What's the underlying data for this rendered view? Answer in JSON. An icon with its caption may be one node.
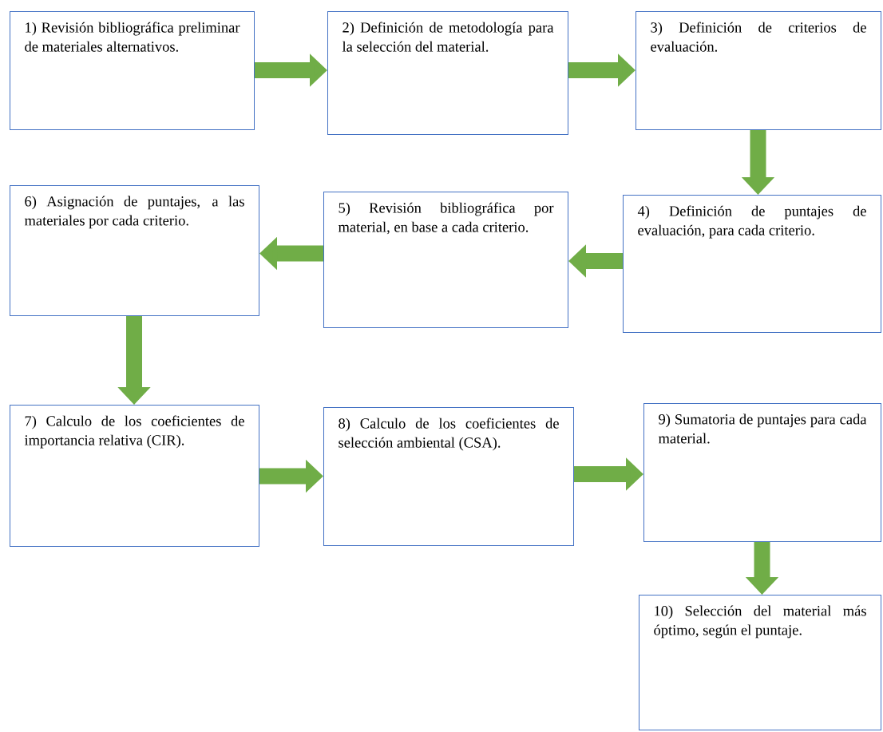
{
  "diagram": {
    "nodes": [
      {
        "text": [
          "1) Revisión bibliográfica preliminar de materiales alternativos."
        ]
      },
      {
        "text": [
          "2) Definición de metodología para la selección del material."
        ]
      },
      {
        "text": [
          "3) Definición de criterios de evaluación."
        ]
      },
      {
        "text": [
          "4) Definición de puntajes de evaluación, para cada criterio."
        ]
      },
      {
        "text": [
          "5) Revisión bibliográfica por material, en base a cada criterio."
        ]
      },
      {
        "text": [
          "6) Asignación de puntajes, a las materiales por cada criterio."
        ]
      },
      {
        "text": [
          "7) Calculo de los coeficientes de importancia relativa (CIR)."
        ]
      },
      {
        "text": [
          "8) Calculo de los coeficientes de selección ambiental (CSA)."
        ]
      },
      {
        "text": [
          "9) Sumatoria de puntajes para cada material."
        ]
      },
      {
        "text": [
          "10) Selección del material más óptimo, según el puntaje."
        ]
      }
    ],
    "edges": [
      {
        "from": 0,
        "to": 1,
        "arrow": "to"
      },
      {
        "from": 1,
        "to": 2,
        "arrow": "to"
      },
      {
        "from": 2,
        "to": 3,
        "arrow": "to"
      },
      {
        "from": 3,
        "to": 4,
        "arrow": "to"
      },
      {
        "from": 4,
        "to": 5,
        "arrow": "to"
      },
      {
        "from": 5,
        "to": 6,
        "arrow": "to"
      },
      {
        "from": 6,
        "to": 7,
        "arrow": "to"
      },
      {
        "from": 7,
        "to": 8,
        "arrow": "to"
      },
      {
        "from": 8,
        "to": 9,
        "arrow": "to"
      }
    ]
  }
}
